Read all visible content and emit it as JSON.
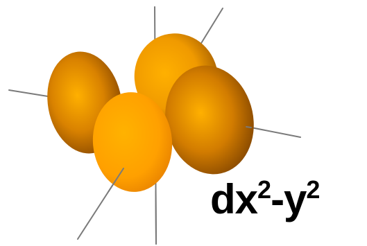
{
  "label": {
    "prefix": "dx",
    "x_power": "2",
    "sep": "-y",
    "y_power": "2"
  },
  "colors": {
    "axis": "#7a7a7a",
    "lobe_highlight": "#ffb000",
    "lobe_mid": "#f09a00",
    "lobe_shadow": "#8a4a00",
    "text": "#000000"
  }
}
